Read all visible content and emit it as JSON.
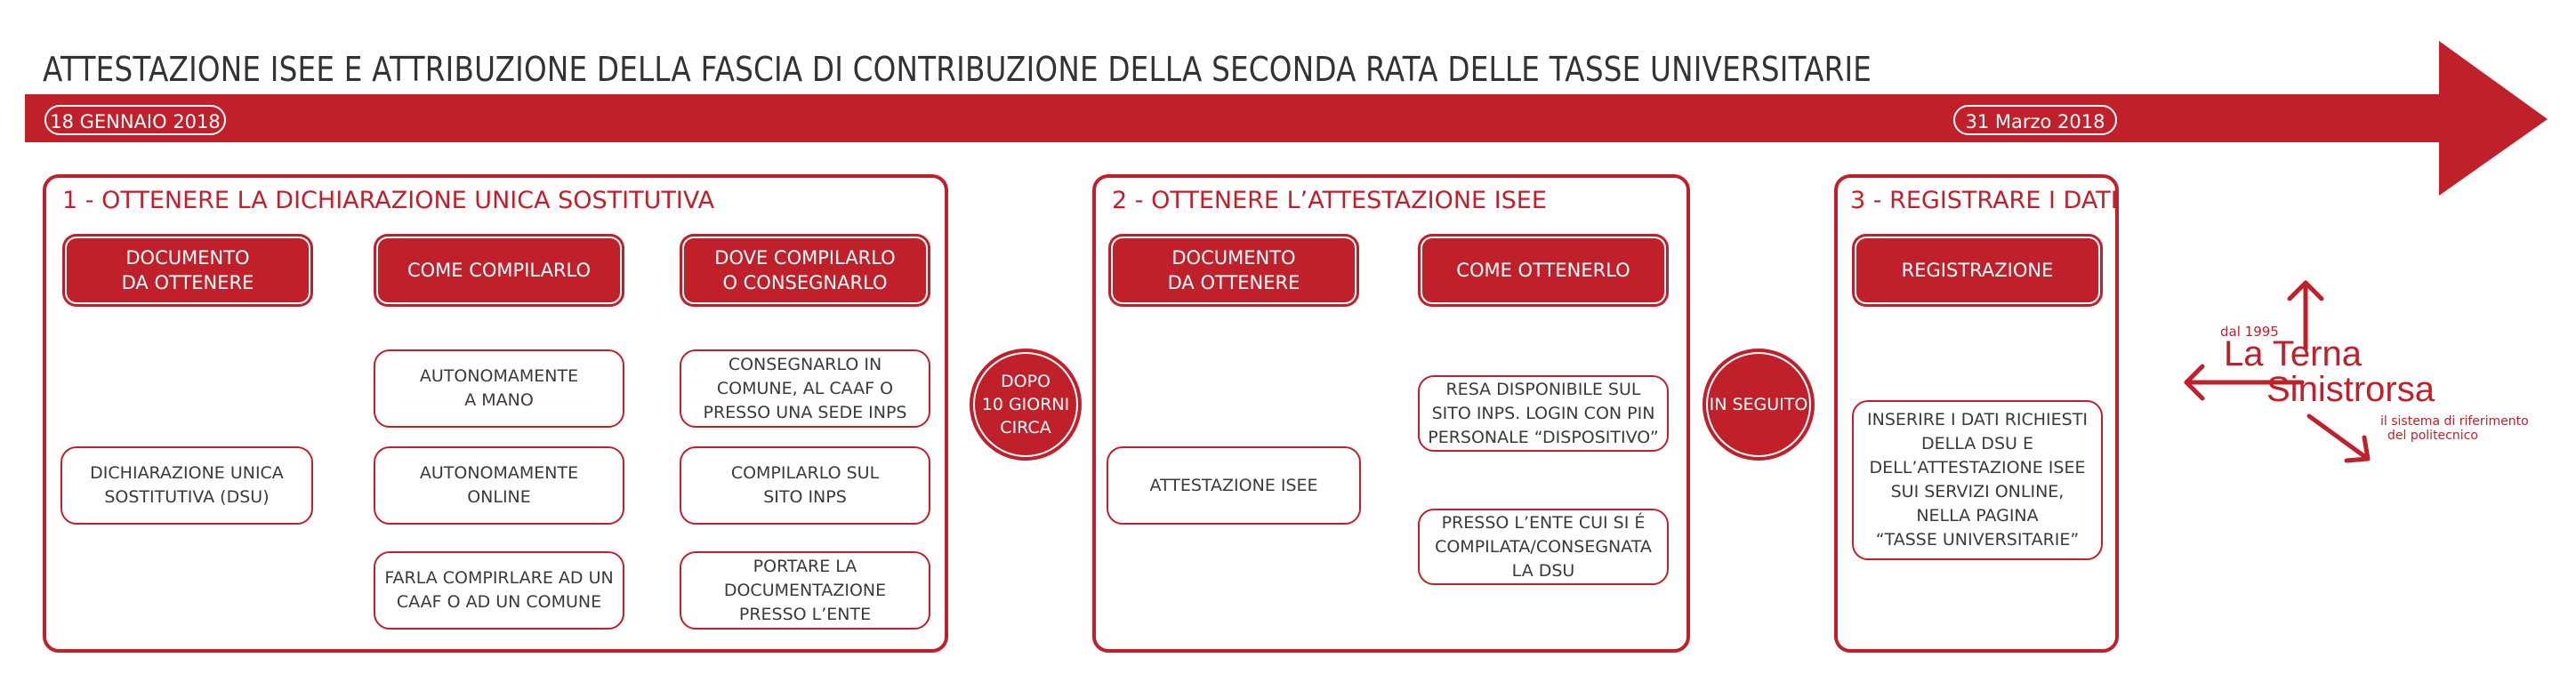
{
  "title": "ATTESTAZIONE ISEE E ATTRIBUZIONE DELLA FASCIA DI CONTRIBUZIONE DELLA SECONDA RATA DELLE TASSE UNIVERSITARIE",
  "timeline": {
    "start_date": "18 GENNAIO 2018",
    "end_date": "31 Marzo 2018"
  },
  "colors": {
    "accent": "#c0202a"
  },
  "step1": {
    "title": "1 - OTTENERE LA DICHIARAZIONE UNICA SOSTITUTIVA",
    "headers": [
      "DOCUMENTO\nDA OTTENERE",
      "COME COMPILARLO",
      "DOVE COMPILARLO\nO CONSEGNARLO"
    ],
    "document": "DICHIARAZIONE UNICA\nSOSTITUTIVA (DSU)",
    "methods": [
      "AUTONOMAMENTE\nA MANO",
      "AUTONOMAMENTE\nONLINE",
      "FARLA COMPIRLARE AD UN\nCAAF O AD UN COMUNE"
    ],
    "places": [
      "CONSEGNARLO IN\nCOMUNE, AL CAAF O\nPRESSO UNA SEDE INPS",
      "COMPILARLO SUL\nSITO INPS",
      "PORTARE LA\nDOCUMENTAZIONE\nPRESSO L’ENTE"
    ]
  },
  "connector1": "DOPO\n10 GIORNI\nCIRCA",
  "step2": {
    "title": "2 - OTTENERE L’ATTESTAZIONE ISEE",
    "headers": [
      "DOCUMENTO\nDA OTTENERE",
      "COME OTTENERLO"
    ],
    "document": "ATTESTAZIONE ISEE",
    "methods": [
      "RESA DISPONIBILE SUL\nSITO INPS. LOGIN CON PIN\nPERSONALE “DISPOSITIVO”",
      "PRESSO L’ENTE CUI SI É\nCOMPILATA/CONSEGNATA\nLA DSU"
    ]
  },
  "connector2": "IN SEGUITO",
  "step3": {
    "title": "3 - REGISTRARE I DATI",
    "header": "REGISTRAZIONE",
    "text": "INSERIRE I DATI RICHIESTI\nDELLA DSU E\nDELL’ATTESTAZIONE ISEE\nSUI SERVIZI ONLINE,\nNELLA PAGINA\n“TASSE UNIVERSITARIE”"
  },
  "logo": {
    "since": "dal 1995",
    "line1": "La Terna",
    "line2": "Sinistrorsa",
    "tagline1": "il sistema di riferimento",
    "tagline2": "del politecnico"
  }
}
